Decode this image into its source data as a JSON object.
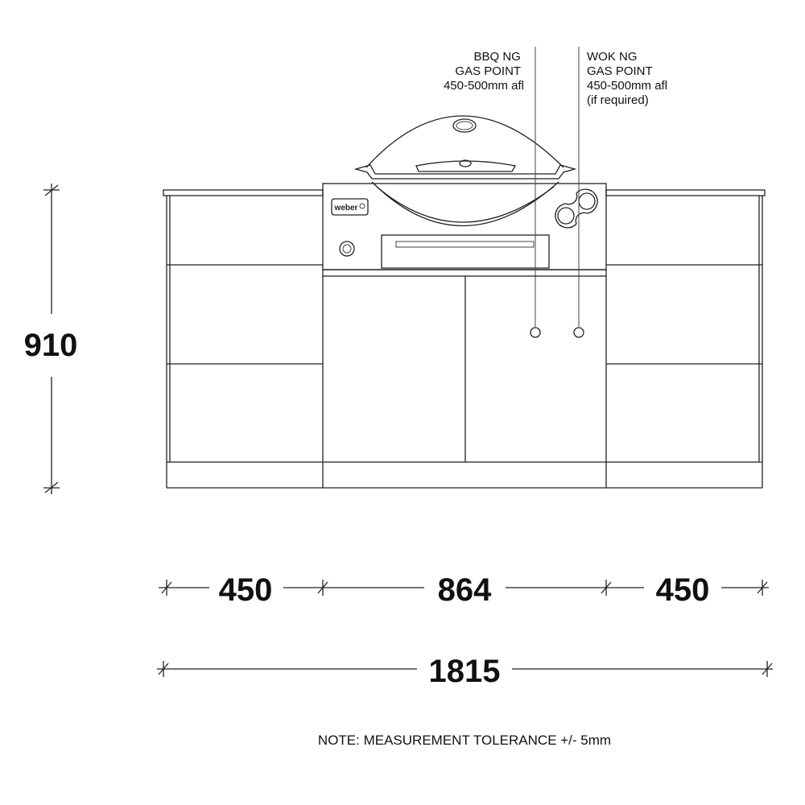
{
  "drawing": {
    "gas_points": [
      {
        "lines": [
          "BBQ NG",
          "GAS POINT",
          "450-500mm afl"
        ]
      },
      {
        "lines": [
          "WOK NG",
          "GAS POINT",
          "450-500mm afl",
          "(if required)"
        ]
      }
    ],
    "grill_brand": "weber",
    "dimensions": {
      "height": "910",
      "left_width": "450",
      "center_width": "864",
      "right_width": "450",
      "total_width": "1815"
    },
    "note": "NOTE: MEASUREMENT TOLERANCE +/- 5mm"
  }
}
